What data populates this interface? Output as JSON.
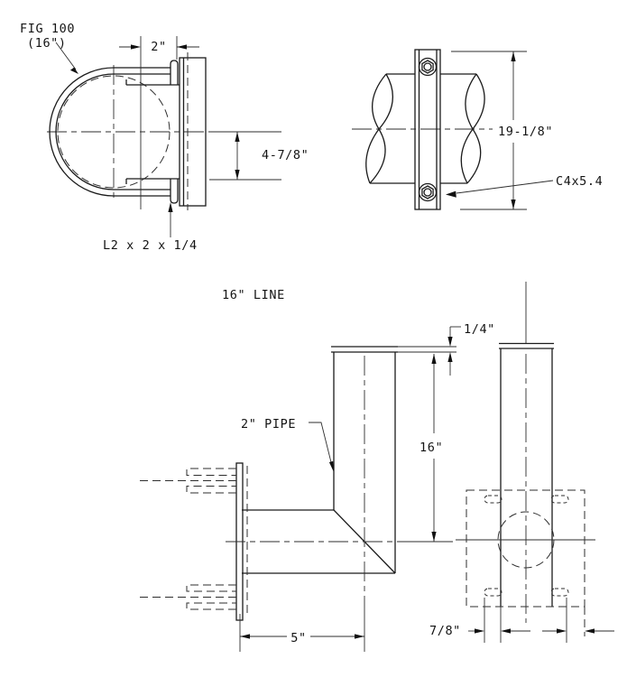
{
  "drawing_title": "pipe-support-detail-drawing",
  "colors": {
    "background": "#ffffff",
    "line": "#1b1b1b",
    "text": "#141414"
  },
  "views": {
    "ubolt_detail": {
      "fig_label_line1": "FIG 100",
      "fig_label_line2": "(16\")",
      "dim_top_width": "2\"",
      "dim_side_offset": "4-7/8\"",
      "angle_size_label": "L2 x 2 x 1/4"
    },
    "clamp_side": {
      "dim_height": "19-1/8\"",
      "channel_size_label": "C4x5.4"
    },
    "line_note": "16\" LINE",
    "elbow_front": {
      "dim_cap_thickness": "1/4\"",
      "pipe_size_label": "2\" PIPE",
      "dim_height": "16\"",
      "dim_base": "5\""
    },
    "elbow_side": {
      "dim_slot": "7/8\""
    }
  }
}
